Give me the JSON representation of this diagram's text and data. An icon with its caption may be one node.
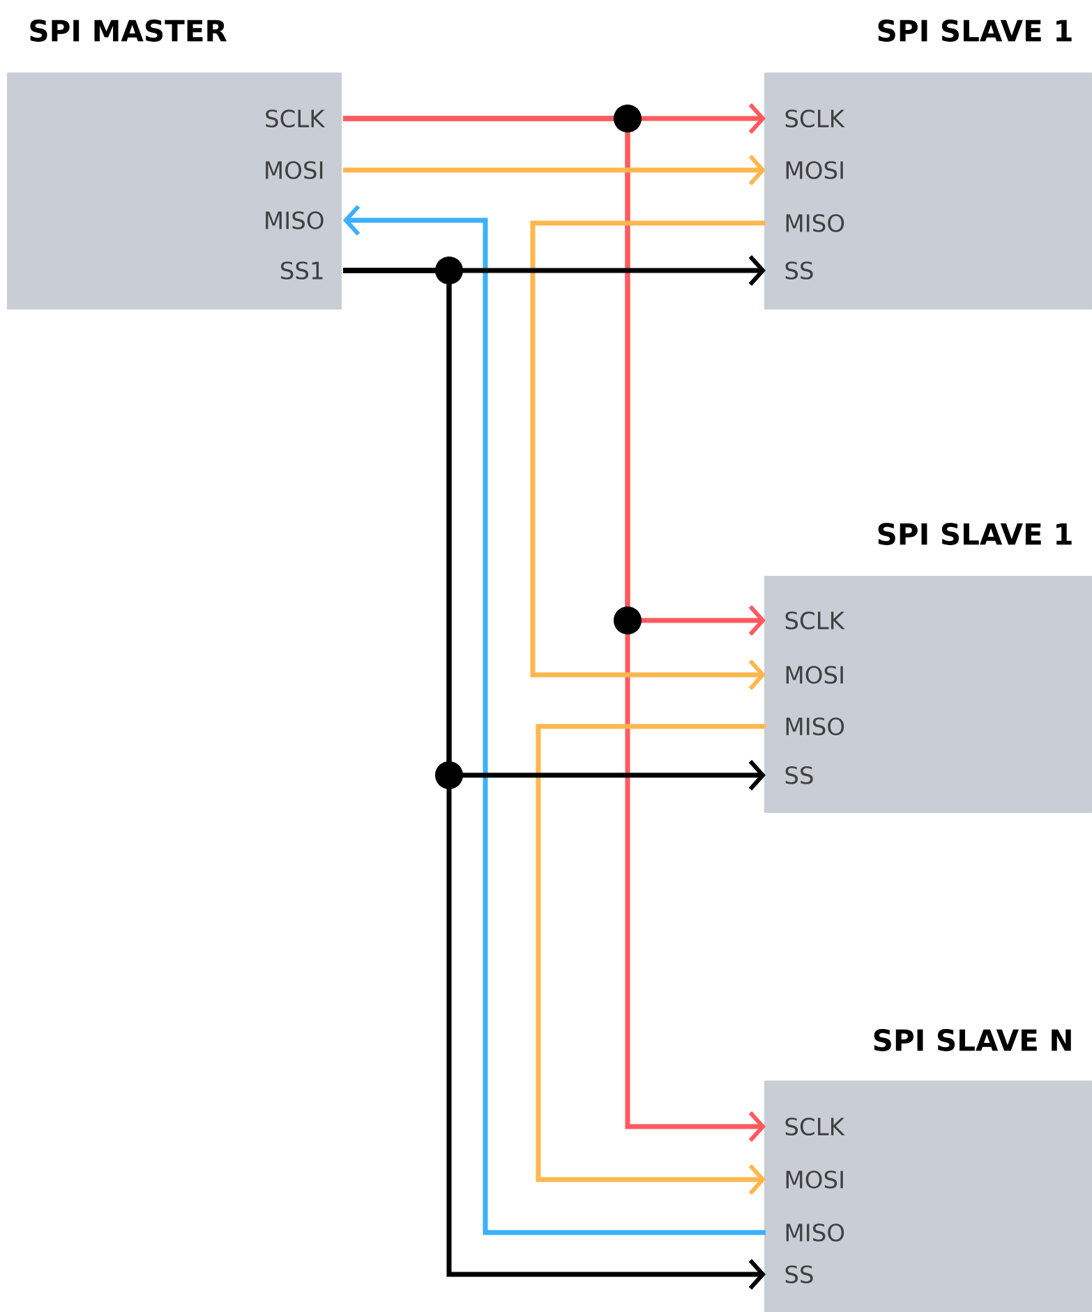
{
  "diagram": {
    "nodes": [
      {
        "text": [
          "SPI MASTER"
        ]
      },
      {
        "text": [
          "SCLK"
        ],
        "in": 0
      },
      {
        "text": [
          "MOSI"
        ],
        "in": 0
      },
      {
        "text": [
          "MISO"
        ],
        "in": 0
      },
      {
        "text": [
          "SS1"
        ],
        "in": 0
      },
      {
        "text": [
          "SPI SLAVE 1"
        ]
      },
      {
        "text": [
          "SCLK"
        ],
        "in": 5
      },
      {
        "text": [
          "MOSI"
        ],
        "in": 5
      },
      {
        "text": [
          "MISO"
        ],
        "in": 5
      },
      {
        "text": [
          "SS"
        ],
        "in": 5
      },
      {
        "text": [
          "SPI SLAVE 1"
        ]
      },
      {
        "text": [
          "SCLK"
        ],
        "in": 10
      },
      {
        "text": [
          "MOSI"
        ],
        "in": 10
      },
      {
        "text": [
          "MISO"
        ],
        "in": 10
      },
      {
        "text": [
          "SS"
        ],
        "in": 10
      },
      {
        "text": [
          "SPI SLAVE N"
        ]
      },
      {
        "text": [
          "SCLK"
        ],
        "in": 15
      },
      {
        "text": [
          "MOSI"
        ],
        "in": 15
      },
      {
        "text": [
          "MISO"
        ],
        "in": 15
      },
      {
        "text": [
          "SS"
        ],
        "in": 15
      }
    ],
    "edges": [
      {
        "from": 1,
        "to": 6,
        "arrow": "to",
        "color": "#ff5a5f"
      },
      {
        "from": 1,
        "to": 11,
        "arrow": "to",
        "color": "#ff5a5f"
      },
      {
        "from": 1,
        "to": 16,
        "arrow": "to",
        "color": "#ff5a5f"
      },
      {
        "from": 2,
        "to": 7,
        "arrow": "to",
        "color": "#ffb74d"
      },
      {
        "from": 8,
        "to": 12,
        "arrow": "to",
        "color": "#ffb74d"
      },
      {
        "from": 13,
        "to": 17,
        "arrow": "to",
        "color": "#ffb74d"
      },
      {
        "from": 18,
        "to": 3,
        "arrow": "to",
        "color": "#3bb0ff"
      },
      {
        "from": 4,
        "to": 9,
        "arrow": "to",
        "color": "#000000"
      },
      {
        "from": 4,
        "to": 14,
        "arrow": "to",
        "color": "#000000"
      },
      {
        "from": 4,
        "to": 19,
        "arrow": "to",
        "color": "#000000"
      }
    ]
  }
}
